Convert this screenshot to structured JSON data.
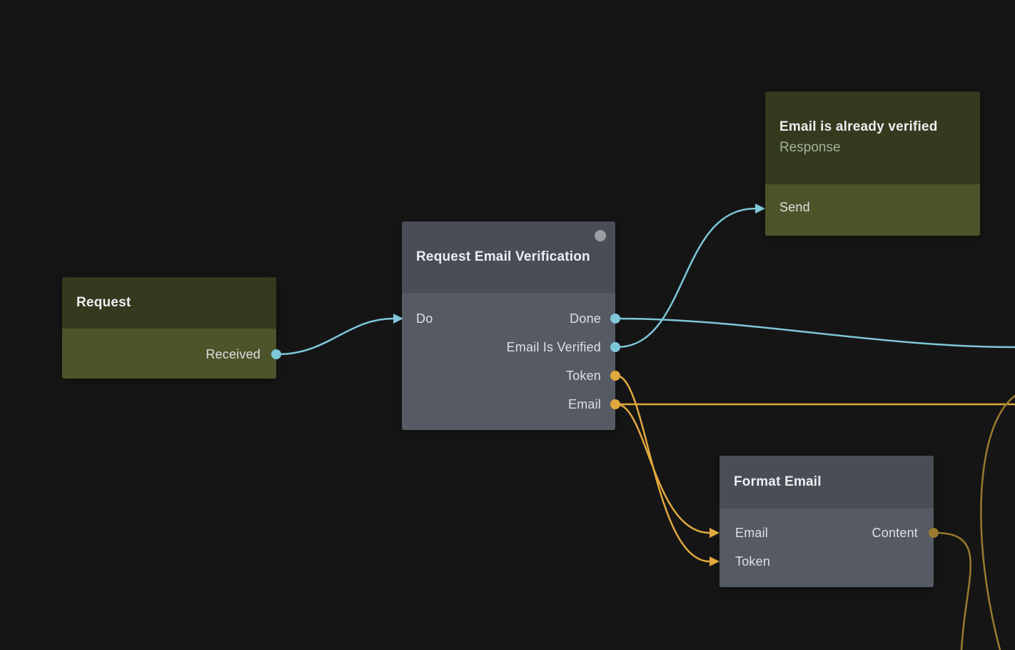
{
  "colors": {
    "background": "#151515",
    "cyan": "#7ec7d9",
    "yellow": "#e0a83d",
    "gold": "#997a2e",
    "olive_header": "#333a1d",
    "olive_body": "#4c5429",
    "slate_header": "#484d56",
    "slate_body": "#555a63",
    "gray_dot": "#9b9ea3",
    "title_text": "#eceef0",
    "label_text": "#dde0e3",
    "subtitle_text": "#a7ae9c"
  },
  "nodes": {
    "request": {
      "title": "Request",
      "outputs": [
        {
          "label": "Received"
        }
      ]
    },
    "request_email_verification": {
      "title": "Request Email Verification",
      "inputs": [
        {
          "label": "Do"
        }
      ],
      "outputs": [
        {
          "label": "Done"
        },
        {
          "label": "Email Is Verified"
        },
        {
          "label": "Token"
        },
        {
          "label": "Email"
        }
      ]
    },
    "email_already_verified": {
      "title": "Email is already verified",
      "subtitle": "Response",
      "inputs": [
        {
          "label": "Send"
        }
      ]
    },
    "format_email": {
      "title": "Format Email",
      "inputs": [
        {
          "label": "Email"
        },
        {
          "label": "Token"
        }
      ],
      "outputs": [
        {
          "label": "Content"
        }
      ]
    }
  }
}
